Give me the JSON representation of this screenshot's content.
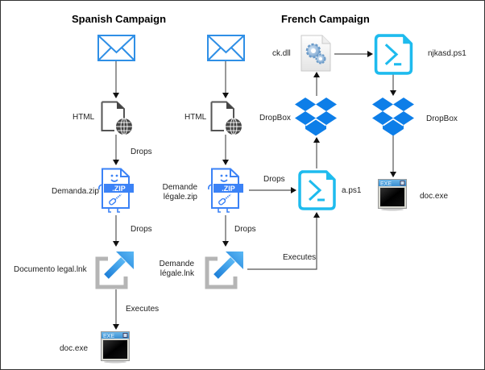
{
  "spanish": {
    "title": "Spanish Campaign",
    "html_label": "HTML",
    "drops1": "Drops",
    "zip_label": "Demanda.zip",
    "drops2": "Drops",
    "lnk_label": "Documento legal.lnk",
    "executes": "Executes",
    "exe_label": "doc.exe"
  },
  "french": {
    "title": "French Campaign",
    "html_label": "HTML",
    "zip_label_1": "Demande",
    "zip_label_2": "légale.zip",
    "drops_ps1": "Drops",
    "drops_lnk": "Drops",
    "lnk_label_1": "Demande",
    "lnk_label_2": "légale.lnk",
    "executes": "Executes",
    "aps1_label": "a.ps1",
    "dropbox1_label": "DropBox",
    "dll_label": "ck.dll",
    "njkasd_label": "njkasd.ps1",
    "dropbox2_label": "DropBox",
    "exe_label": "doc.exe"
  },
  "colors": {
    "envelope": "#2f8fe6",
    "zip": "#3b82f6",
    "powershell": "#1ebbee",
    "dropbox": "#0d7ee8",
    "edge": "#333333"
  }
}
